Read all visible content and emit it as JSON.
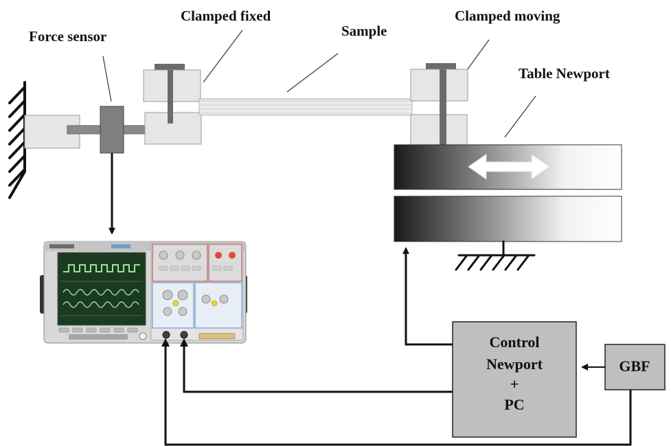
{
  "labels": {
    "force_sensor": "Force sensor",
    "clamped_fixed": "Clamped fixed",
    "sample": "Sample",
    "clamped_moving": "Clamped moving",
    "table_newport": "Table Newport"
  },
  "boxes": {
    "control_lines": [
      "Control",
      "Newport",
      "+",
      "PC"
    ],
    "gbf": "GBF"
  },
  "colors": {
    "box_fill": "#bfbfbf",
    "clamp_fill": "#e6e6e6",
    "sensor_fill": "#7f7f7f",
    "wire": "#111111"
  }
}
